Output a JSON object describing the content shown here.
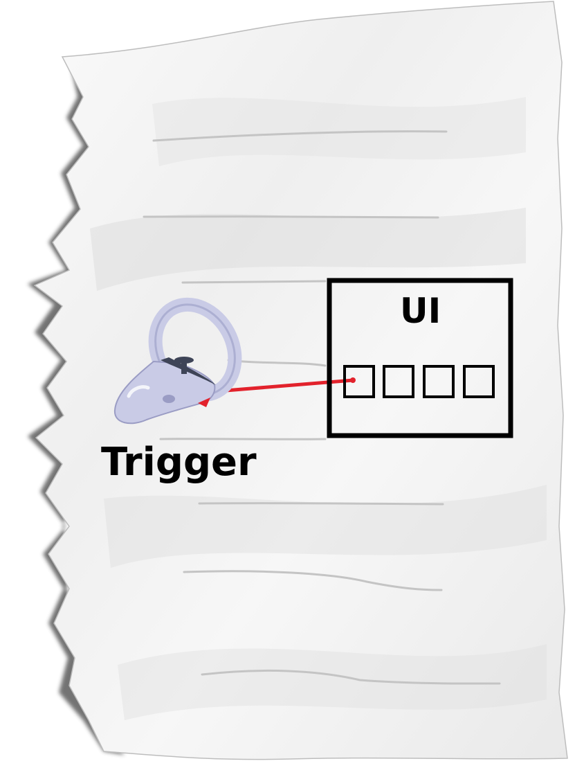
{
  "diagram": {
    "trigger_label": "Trigger",
    "ui_panel_title": "UI",
    "ui_slot_count": 4,
    "colors": {
      "paper": "#f4f4f4",
      "paper_shadow": "#d6d6d6",
      "ruled_line": "#c4c4c4",
      "pointer_ray": "#e2222c",
      "panel_border": "#000000",
      "controller_body": "#c9cbe6",
      "controller_shade": "#9a9cc4",
      "controller_dark": "#3e4457"
    },
    "icons": {
      "controller": "vr-controller-icon",
      "ray": "pointer-ray",
      "panel": "ui-panel"
    }
  }
}
